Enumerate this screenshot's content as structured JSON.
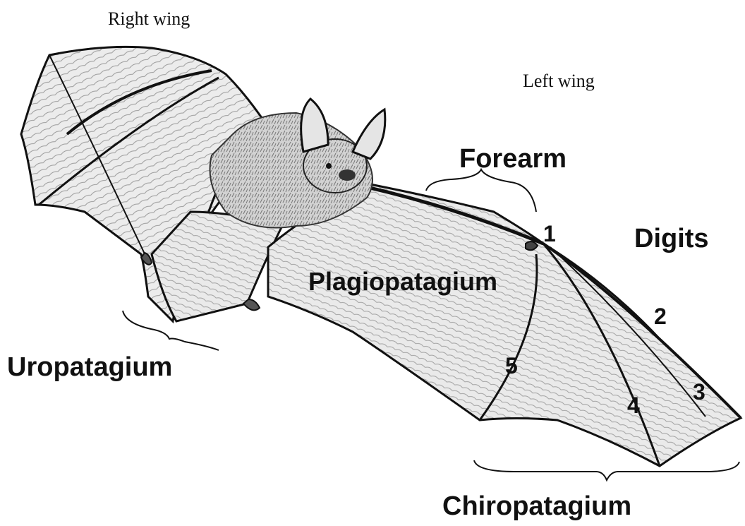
{
  "labels": {
    "right_wing": "Right wing",
    "left_wing": "Left wing",
    "forearm": "Forearm",
    "digits": "Digits",
    "plagiopatagium": "Plagiopatagium",
    "uropatagium": "Uropatagium",
    "chiropatagium": "Chiropatagium"
  },
  "digit_numbers": {
    "d1": "1",
    "d2": "2",
    "d3": "3",
    "d4": "4",
    "d5": "5"
  },
  "colors": {
    "ink": "#111111",
    "membrane": "#e9e9e9",
    "fur": "#d4d4d4",
    "background": "#ffffff"
  }
}
